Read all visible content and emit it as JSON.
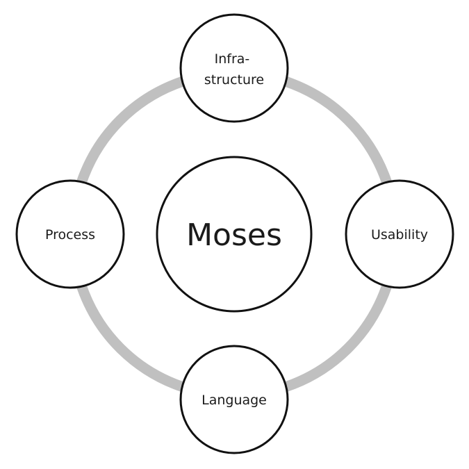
{
  "diagram": {
    "center": {
      "label": "Moses"
    },
    "nodes": {
      "top": {
        "lines": [
          "Infra-",
          "structure"
        ]
      },
      "left": {
        "label": "Process"
      },
      "right": {
        "label": "Usability"
      },
      "bottom": {
        "label": "Language"
      }
    },
    "colors": {
      "ring": "#c0c0c0",
      "stroke": "#111111",
      "fill": "#ffffff",
      "text": "#1a1a1a"
    }
  }
}
